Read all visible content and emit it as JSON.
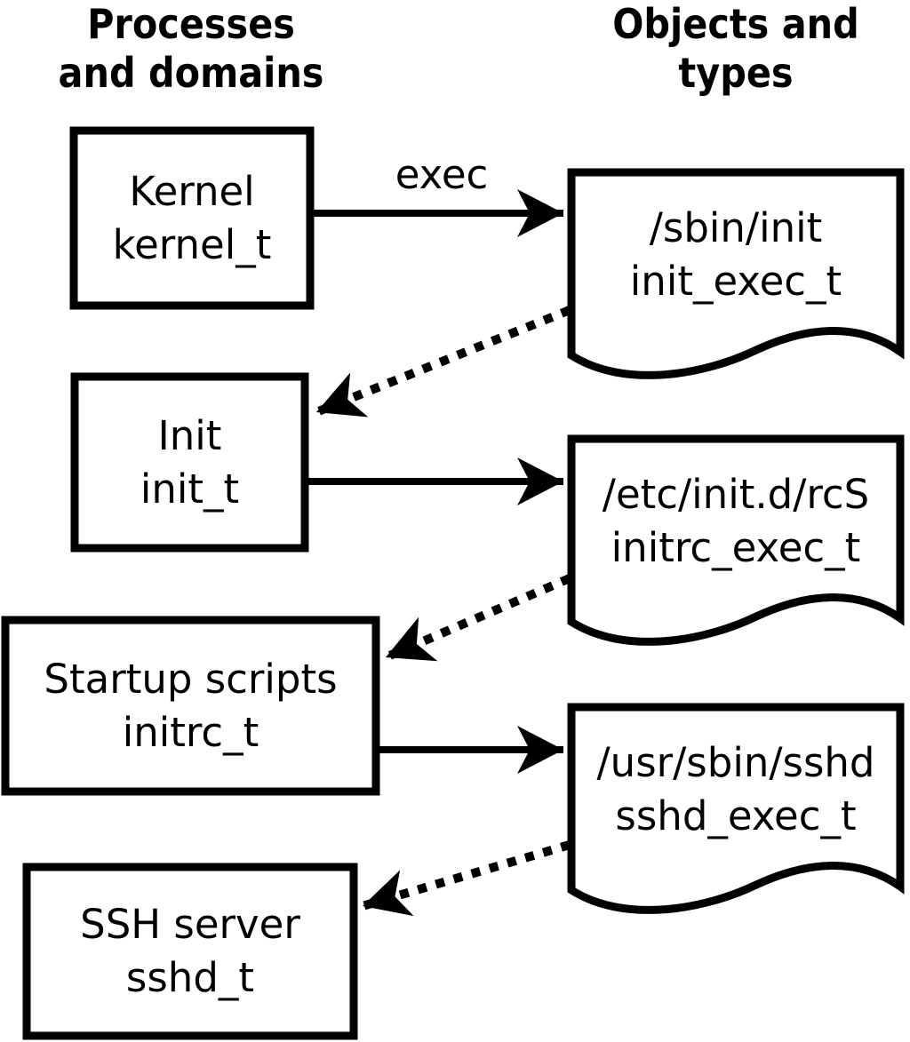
{
  "diagram": {
    "column_headers": {
      "left": "Processes\nand domains",
      "right": "Objects and\ntypes"
    },
    "process_boxes": [
      {
        "label": "Kernel\nkernel_t"
      },
      {
        "label": "Init\ninit_t"
      },
      {
        "label": "Startup scripts\ninitrc_t"
      },
      {
        "label": "SSH server\nsshd_t"
      }
    ],
    "object_documents": [
      {
        "label": "/sbin/init\ninit_exec_t"
      },
      {
        "label": "/etc/init.d/rcS\ninitrc_exec_t"
      },
      {
        "label": "/usr/sbin/sshd\nsshd_exec_t"
      }
    ],
    "arrow_labels": {
      "exec": "exec"
    },
    "colors": {
      "foreground": "#000000",
      "background": "#ffffff"
    }
  }
}
